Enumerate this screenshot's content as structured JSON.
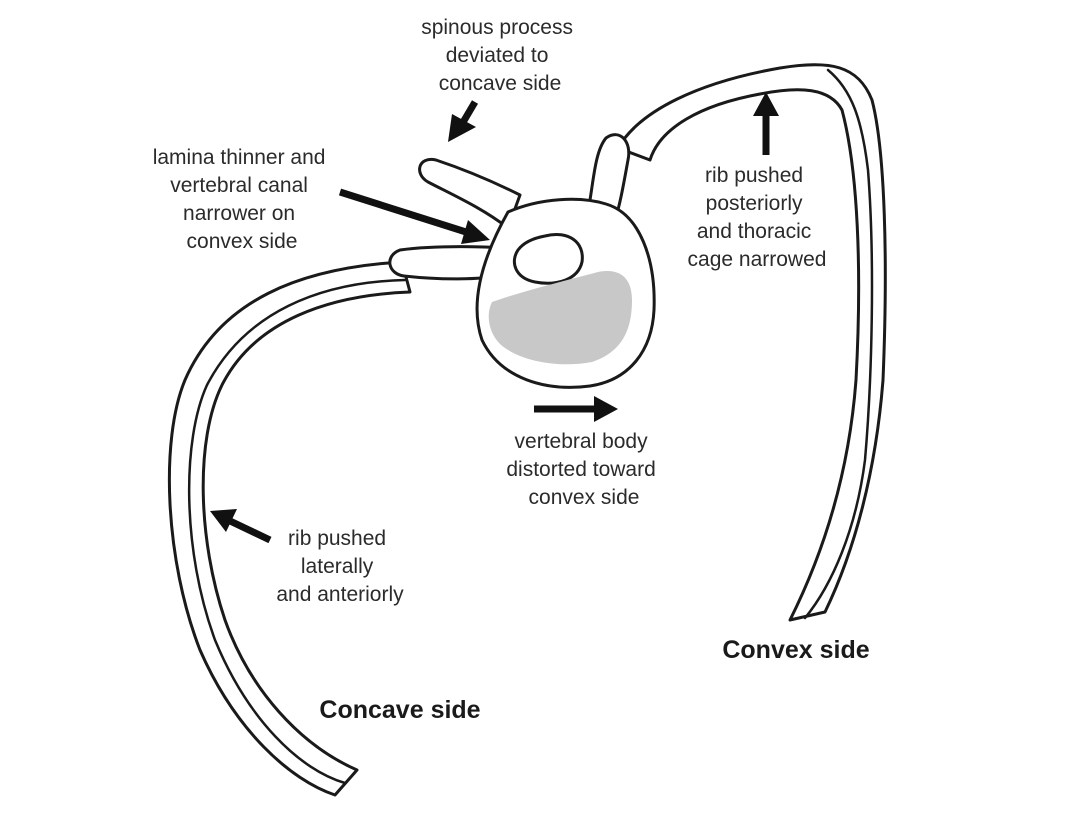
{
  "labels": {
    "spinous_process": [
      "spinous process",
      "deviated to",
      "concave side"
    ],
    "lamina": [
      "lamina thinner and",
      "vertebral canal",
      "narrower on",
      "convex side"
    ],
    "rib_posterior": [
      "rib pushed",
      "posteriorly",
      "and thoracic",
      "cage narrowed"
    ],
    "vertebral_body": [
      "vertebral body",
      "distorted toward",
      "convex side"
    ],
    "rib_lateral": [
      "rib pushed",
      "laterally",
      "and anteriorly"
    ],
    "concave_side": "Concave side",
    "convex_side": "Convex side"
  },
  "colors": {
    "outline": "#1a1a1a",
    "vertebral_body_fill": "#c8c8c8",
    "arrow": "#111111",
    "background": "#ffffff"
  }
}
